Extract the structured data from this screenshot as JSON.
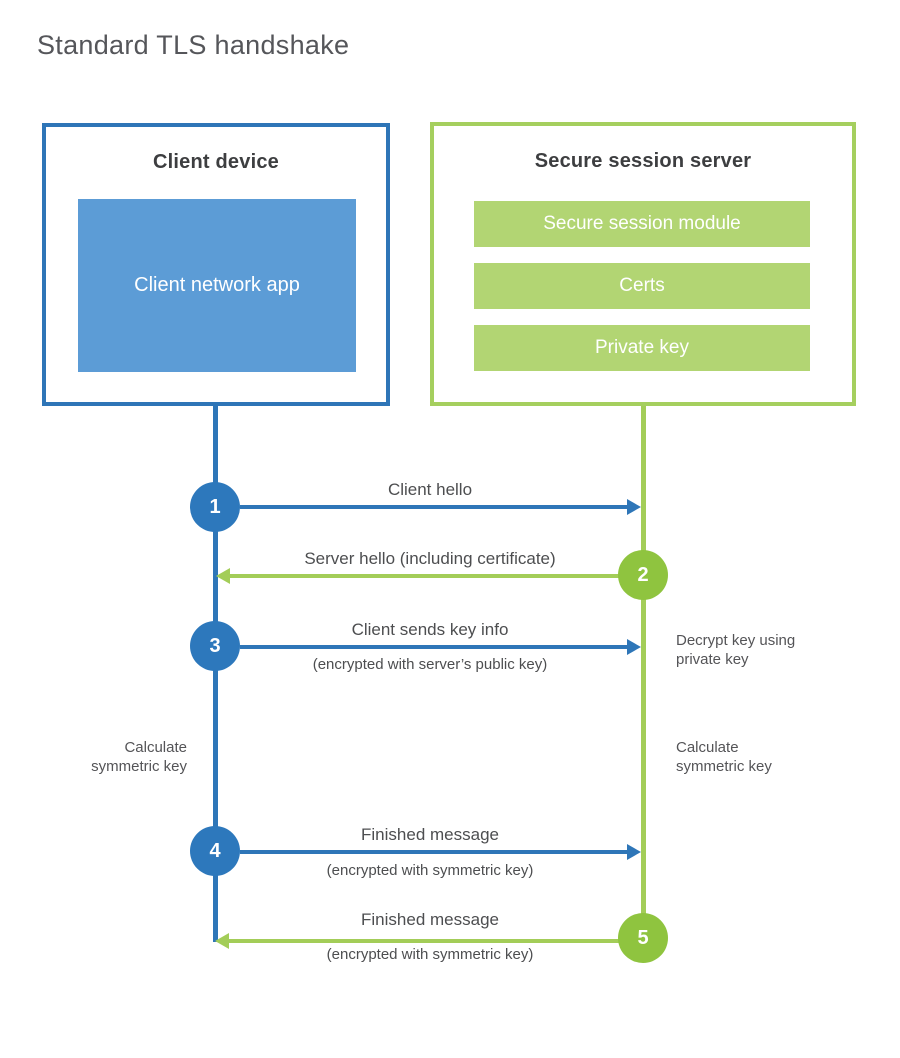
{
  "title": "Standard TLS handshake",
  "colors": {
    "client_blue": "#2e76b8",
    "client_fill_blue": "#5c9cd6",
    "server_green_line": "#a3cd58",
    "server_green_circle": "#8fc43f",
    "server_fill_green": "#b2d573",
    "heading_text": "#3d3e40",
    "label_text": "#4d4e50"
  },
  "client": {
    "title": "Client device",
    "app_label": "Client network app"
  },
  "server": {
    "title": "Secure session server",
    "modules": [
      "Secure session module",
      "Certs",
      "Private key"
    ]
  },
  "messages": [
    {
      "step": "1",
      "from": "client",
      "label": "Client hello",
      "sublabel": ""
    },
    {
      "step": "2",
      "from": "server",
      "label": "Server hello (including certificate)",
      "sublabel": ""
    },
    {
      "step": "3",
      "from": "client",
      "label": "Client sends key info",
      "sublabel": "(encrypted with server’s public key)"
    },
    {
      "step": "4",
      "from": "client",
      "label": "Finished message",
      "sublabel": "(encrypted with symmetric key)"
    },
    {
      "step": "5",
      "from": "server",
      "label": "Finished message",
      "sublabel": "(encrypted with symmetric key)"
    }
  ],
  "annotations": [
    {
      "side": "right",
      "text": "Decrypt key using private key"
    },
    {
      "side": "left",
      "text": "Calculate symmetric key"
    },
    {
      "side": "right",
      "text": "Calculate symmetric key"
    }
  ]
}
